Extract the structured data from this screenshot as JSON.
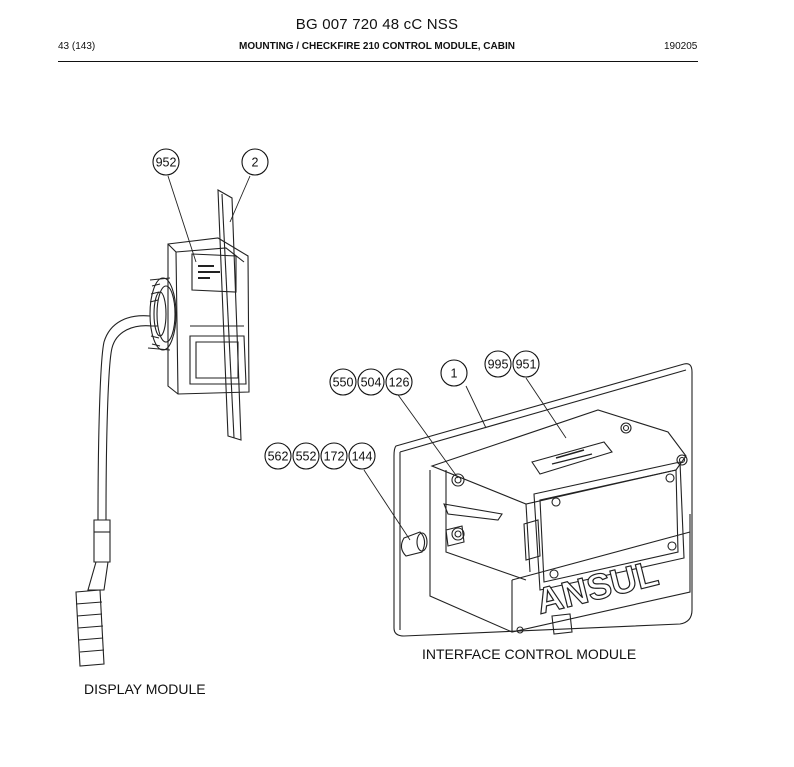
{
  "document": {
    "title": "BG 007 720 48 cC NSS",
    "page": "43 (143)",
    "heading": "MOUNTING / CHECKFIRE 210 CONTROL MODULE, CABIN",
    "revision": "190205"
  },
  "captions": {
    "interface_control_module": "INTERFACE CONTROL MODULE",
    "display_module": "DISPLAY MODULE"
  },
  "callouts": {
    "c952": "952",
    "c2": "2",
    "c1": "1",
    "c995": "995",
    "c951": "951",
    "c550": "550",
    "c504": "504",
    "c126": "126",
    "c562": "562",
    "c552": "552",
    "c172": "172",
    "c144": "144"
  },
  "branding": {
    "ansul_logo": "ANSUL"
  }
}
